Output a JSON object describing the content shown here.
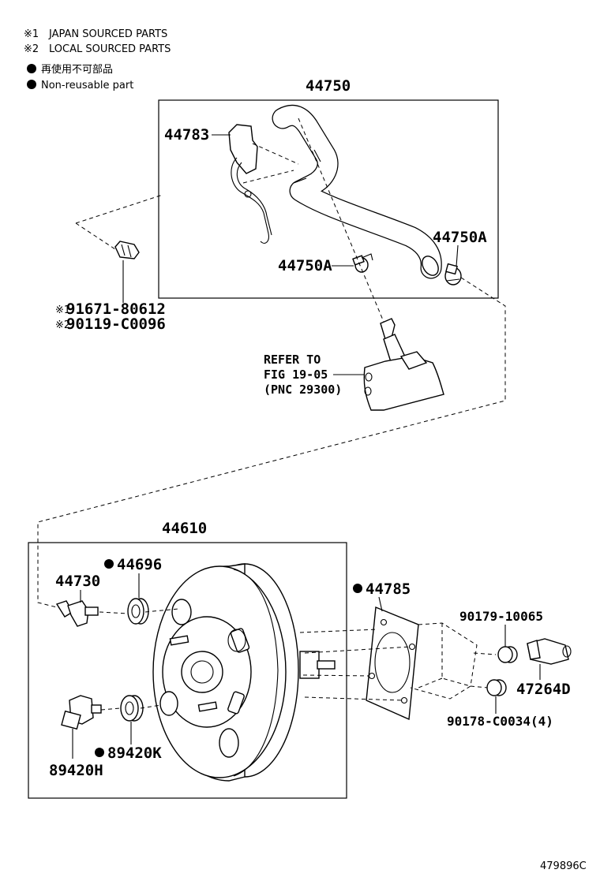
{
  "legend": {
    "mark1": "※1",
    "japan": "JAPAN SOURCED PARTS",
    "mark2": "※2",
    "local": "LOCAL SOURCED PARTS",
    "nonreuse_jp": "再使用不可部品",
    "nonreuse_en": "Non-reusable part"
  },
  "parts": {
    "p44750": "44750",
    "p44783": "44783",
    "p44750a_left": "44750A",
    "p44750a_right": "44750A",
    "bolt1": "91671-80612",
    "bolt2": "90119-C0096",
    "p44610": "44610",
    "p44696": "44696",
    "p44730": "44730",
    "p44785": "44785",
    "p90179": "90179-10065",
    "p47264d": "47264D",
    "p90178": "90178-C0034(4)",
    "p89420k": "89420K",
    "p89420h": "89420H"
  },
  "reference": {
    "line1": "REFER TO",
    "line2": "FIG 19-05",
    "line3": "(PNC 29300)"
  },
  "figure_id": "479896C"
}
